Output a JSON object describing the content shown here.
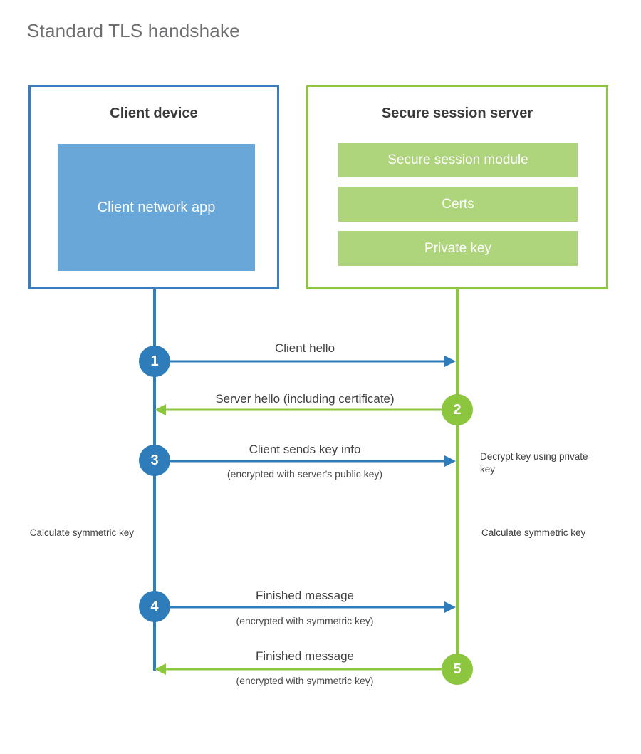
{
  "title": "Standard TLS handshake",
  "colors": {
    "client_blue": "#2e7cba",
    "client_border_blue": "#3b7cc0",
    "client_app_fill": "#69a7d8",
    "server_green": "#8cc63f",
    "server_bar_fill": "#aed57b",
    "title_gray": "#6d6e70",
    "text_dark": "#3a3a3c"
  },
  "client": {
    "title": "Client device",
    "app_label": "Client network app"
  },
  "server": {
    "title": "Secure session server",
    "components": [
      {
        "label": "Secure session module"
      },
      {
        "label": "Certs"
      },
      {
        "label": "Private key"
      }
    ]
  },
  "steps": [
    {
      "number": "1",
      "direction": "client-to-server",
      "color": "blue",
      "primary": "Client hello",
      "secondary": ""
    },
    {
      "number": "2",
      "direction": "server-to-client",
      "color": "green",
      "primary": "Server hello (including certificate)",
      "secondary": ""
    },
    {
      "number": "3",
      "direction": "client-to-server",
      "color": "blue",
      "primary": "Client sends key info",
      "secondary": "(encrypted with server's public key)"
    },
    {
      "number": "4",
      "direction": "client-to-server",
      "color": "blue",
      "primary": "Finished message",
      "secondary": "(encrypted with symmetric key)"
    },
    {
      "number": "5",
      "direction": "server-to-client",
      "color": "green",
      "primary": "Finished message",
      "secondary": "(encrypted with symmetric key)"
    }
  ],
  "notes": {
    "server_decrypt": "Decrypt key using private key",
    "client_calc": "Calculate symmetric key",
    "server_calc": "Calculate symmetric key"
  }
}
